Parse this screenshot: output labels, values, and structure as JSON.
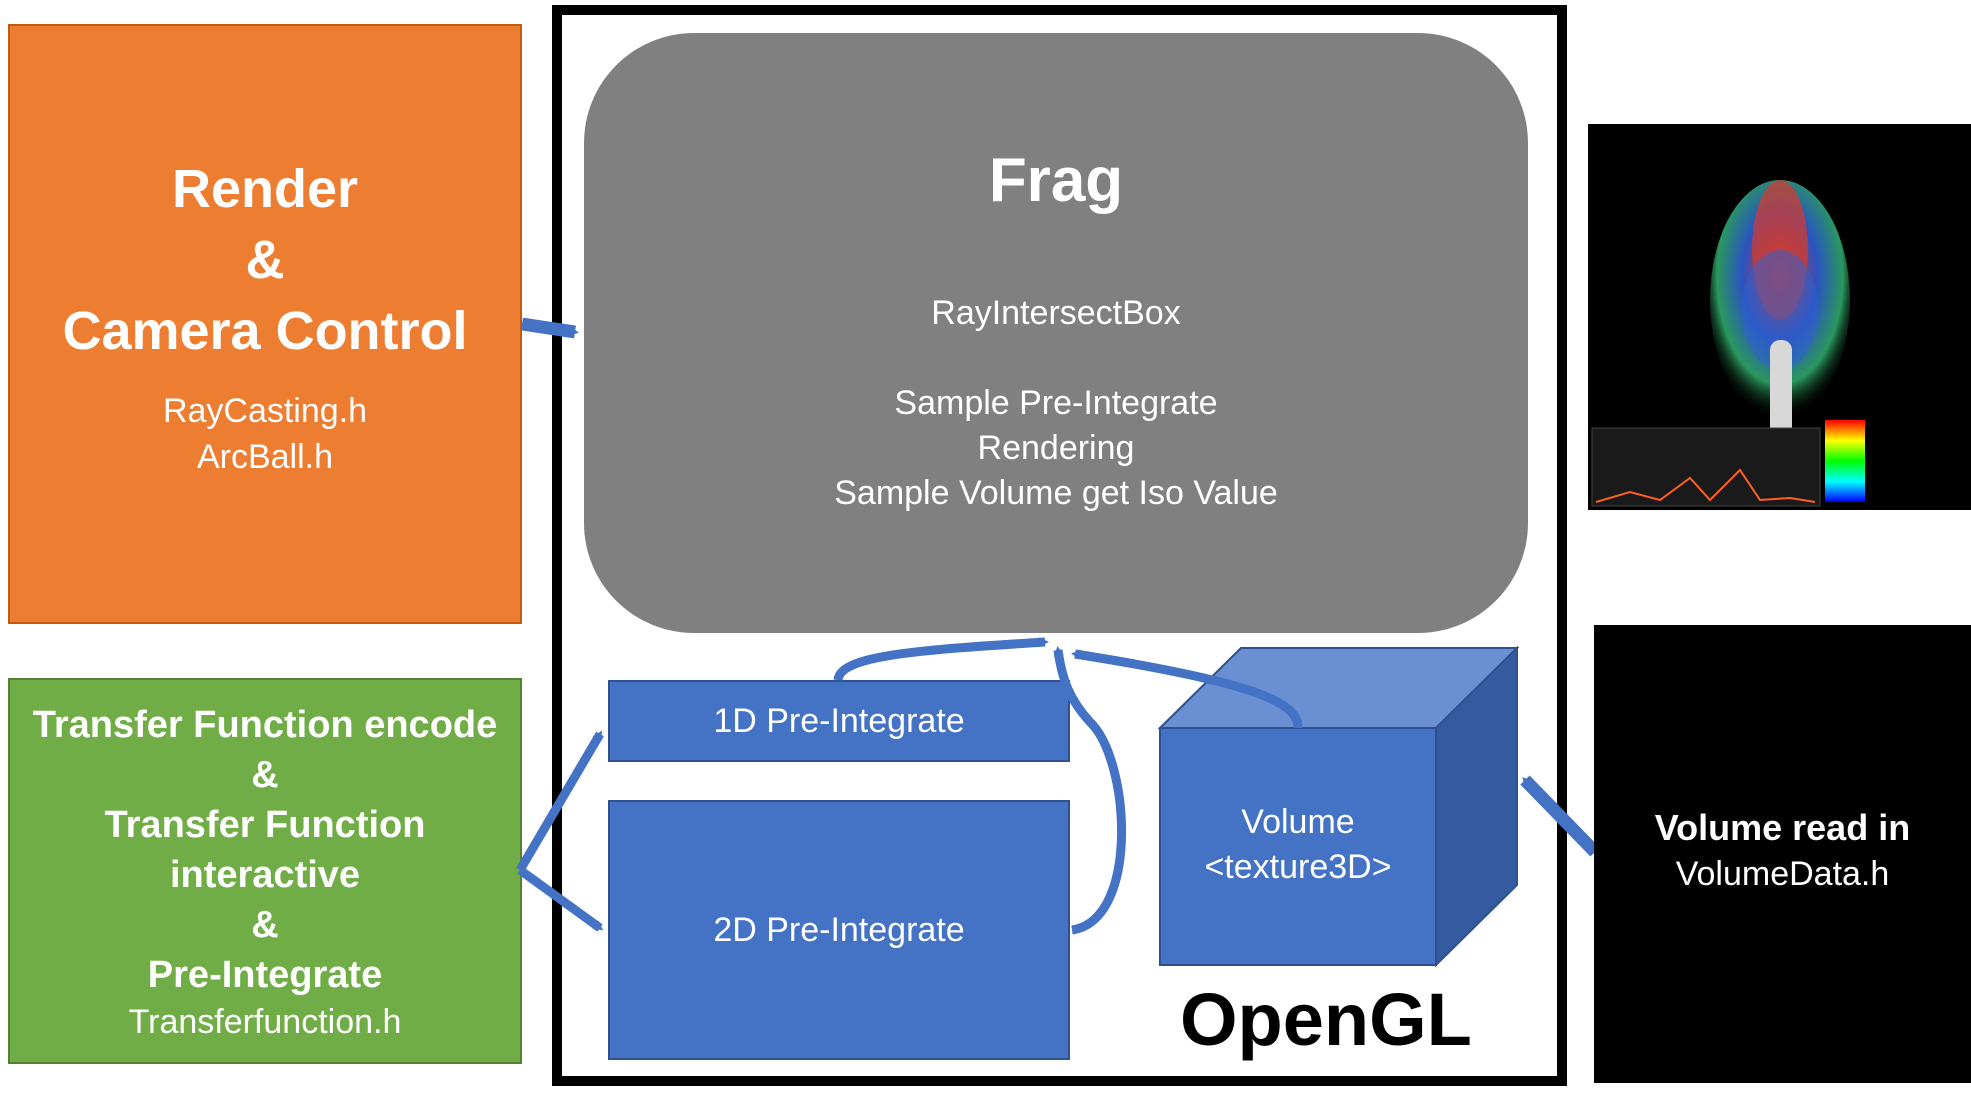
{
  "render_box": {
    "title_lines": [
      "Render",
      "&",
      "Camera Control"
    ],
    "files": [
      "RayCasting.h",
      "ArcBall.h"
    ]
  },
  "transfer_box": {
    "title_lines": [
      "Transfer Function encode",
      "&",
      "Transfer Function",
      "interactive",
      "&",
      "Pre-Integrate"
    ],
    "file": "Transferfunction.h"
  },
  "frag_box": {
    "title": "Frag",
    "steps": [
      "RayIntersectBox",
      "",
      "Sample Pre-Integrate",
      "Rendering",
      "Sample Volume get Iso Value"
    ]
  },
  "pre_integrate_1d": "1D Pre-Integrate",
  "pre_integrate_2d": "2D Pre-Integrate",
  "volume": {
    "lines": [
      "Volume",
      "<texture3D>"
    ]
  },
  "opengl_label": "OpenGL",
  "volume_read": {
    "title": "Volume read in",
    "file": "VolumeData.h"
  },
  "colors": {
    "orange": "#ED7D31",
    "green": "#70AD47",
    "gray": "#808080",
    "blue": "#4472C4",
    "arrow": "#4472C4",
    "black": "#000000"
  }
}
